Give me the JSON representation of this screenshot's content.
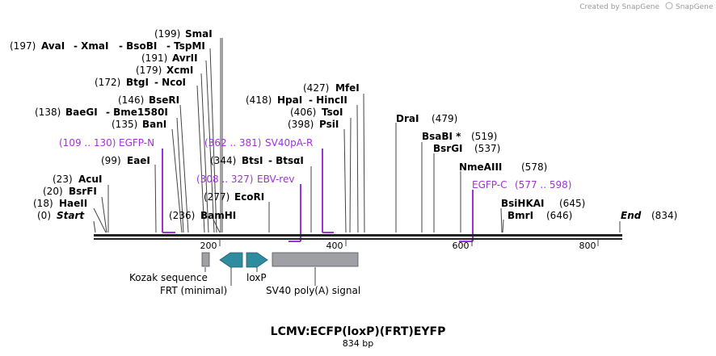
{
  "credit": "Created by SnapGene",
  "title": "LCMV:ECFP(loxP)(FRT)EYFP",
  "length_label": "834 bp",
  "start_label": "Start",
  "end_label": "End",
  "start_pos": "(0)",
  "end_pos": "(834)",
  "ticks": [
    "200",
    "400",
    "600",
    "800"
  ],
  "sites": {
    "s197": "(197)",
    "avaI": "AvaI",
    "xmaI": "- XmaI",
    "bsobI": "- BsoBI",
    "tspmI": "- TspMI",
    "s199": "(199)",
    "smaI": "SmaI",
    "s191": "(191)",
    "avrII": "AvrII",
    "s179": "(179)",
    "xcmI": "XcmI",
    "s172": "(172)",
    "btgI": "BtgI",
    "ncoI": "- NcoI",
    "s146": "(146)",
    "bseRI": "BseRI",
    "s138": "(138)",
    "baeGI": "BaeGI",
    "bme1580I": "- Bme1580I",
    "s135": "(135)",
    "banI": "BanI",
    "s99": "(99)",
    "eaeI": "EaeI",
    "s23": "(23)",
    "acuI": "AcuI",
    "s20": "(20)",
    "bsrFI": "BsrFI",
    "s18": "(18)",
    "haeII": "HaeII",
    "s236": "(236)",
    "bamHI": "BamHI",
    "s277": "(277)",
    "ecoRI": "EcoRI",
    "s344": "(344)",
    "btsI": "BtsI",
    "btsaI": "- BtsαI",
    "s418": "(418)",
    "hpaI": "HpaI",
    "hincII": "- HincII",
    "s427": "(427)",
    "mfeI": "MfeI",
    "s406": "(406)",
    "tsoI": "TsoI",
    "s398": "(398)",
    "psiI": "PsiI",
    "draI": "DraI",
    "s479": "(479)",
    "bsaBI": "BsaBI *",
    "s519": "(519)",
    "bsrGI": "BsrGI",
    "s537": "(537)",
    "nmeAIII": "NmeAIII",
    "s578": "(578)",
    "bsiHKAI": "BsiHKAI",
    "s645": "(645)",
    "bmrI": "BmrI",
    "s646": "(646)"
  },
  "primers": {
    "egfpN_range": "(109 .. 130)",
    "egfpN": "EGFP-N",
    "sv40pA_range": "(362 .. 381)",
    "sv40pA": "SV40pA-R",
    "ebv_range": "(308 .. 327)",
    "ebv": "EBV-rev",
    "egfpC": "EGFP-C",
    "egfpC_range": "(577 .. 598)"
  },
  "features": {
    "kozak": "Kozak sequence",
    "frt": "FRT (minimal)",
    "loxp": "loxP",
    "sv40": "SV40 poly(A) signal"
  }
}
